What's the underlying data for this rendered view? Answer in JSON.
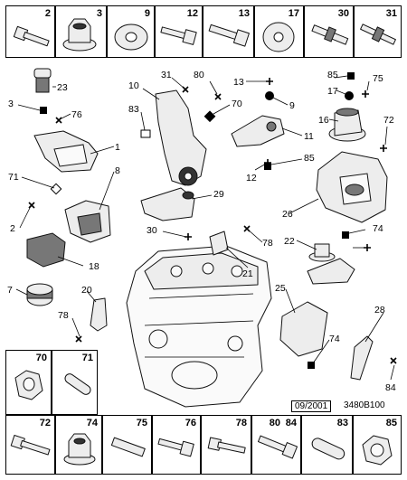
{
  "top_strip": {
    "cells": [
      {
        "ref": "2",
        "icon": "bolt-icon"
      },
      {
        "ref": "3",
        "icon": "flanged-nut-icon"
      },
      {
        "ref": "9",
        "icon": "washer-icon"
      },
      {
        "ref": "12",
        "icon": "bolt-icon"
      },
      {
        "ref": "13",
        "icon": "bolt-icon"
      },
      {
        "ref": "17",
        "icon": "washer-icon"
      },
      {
        "ref": "30",
        "icon": "stud-bolt-icon"
      },
      {
        "ref": "31",
        "icon": "stud-bolt-icon"
      }
    ]
  },
  "mid_strip": {
    "cells": [
      {
        "ref": "70",
        "icon": "nut-icon"
      },
      {
        "ref": "71",
        "icon": "dowel-pin-icon"
      }
    ]
  },
  "bottom_strip": {
    "cells": [
      {
        "ref": "72",
        "icon": "bolt-icon"
      },
      {
        "ref": "74",
        "icon": "flanged-nut-icon"
      },
      {
        "ref": "75",
        "icon": "stud-bolt-icon"
      },
      {
        "ref": "76",
        "icon": "bolt-icon"
      },
      {
        "ref": "78",
        "icon": "bolt-icon"
      },
      {
        "ref": "80",
        "icon": "bolt-icon"
      },
      {
        "ref": "84",
        "icon": "bolt-icon"
      },
      {
        "ref": "83",
        "icon": "dowel-pin-icon"
      },
      {
        "ref": "85",
        "icon": "nut-icon"
      }
    ]
  },
  "callouts": {
    "c1": "1",
    "c2": "2",
    "c3": "3",
    "c7": "7",
    "c8": "8",
    "c9": "9",
    "c10": "10",
    "c11": "11",
    "c12": "12",
    "c13": "13",
    "c16": "16",
    "c17": "17",
    "c18": "18",
    "c20": "20",
    "c21": "21",
    "c22": "22",
    "c23": "23",
    "c25": "25",
    "c26": "26",
    "c28": "28",
    "c29": "29",
    "c30": "30",
    "c31": "31",
    "c70": "70",
    "c71": "71",
    "c72": "72",
    "c74a": "74",
    "c74b": "74",
    "c75": "75",
    "c76": "76",
    "c78a": "78",
    "c78b": "78",
    "c80": "80",
    "c83": "83",
    "c84": "84",
    "c85a": "85",
    "c85b": "85"
  },
  "footer": {
    "date": "09/2001",
    "code": "3480B100"
  }
}
